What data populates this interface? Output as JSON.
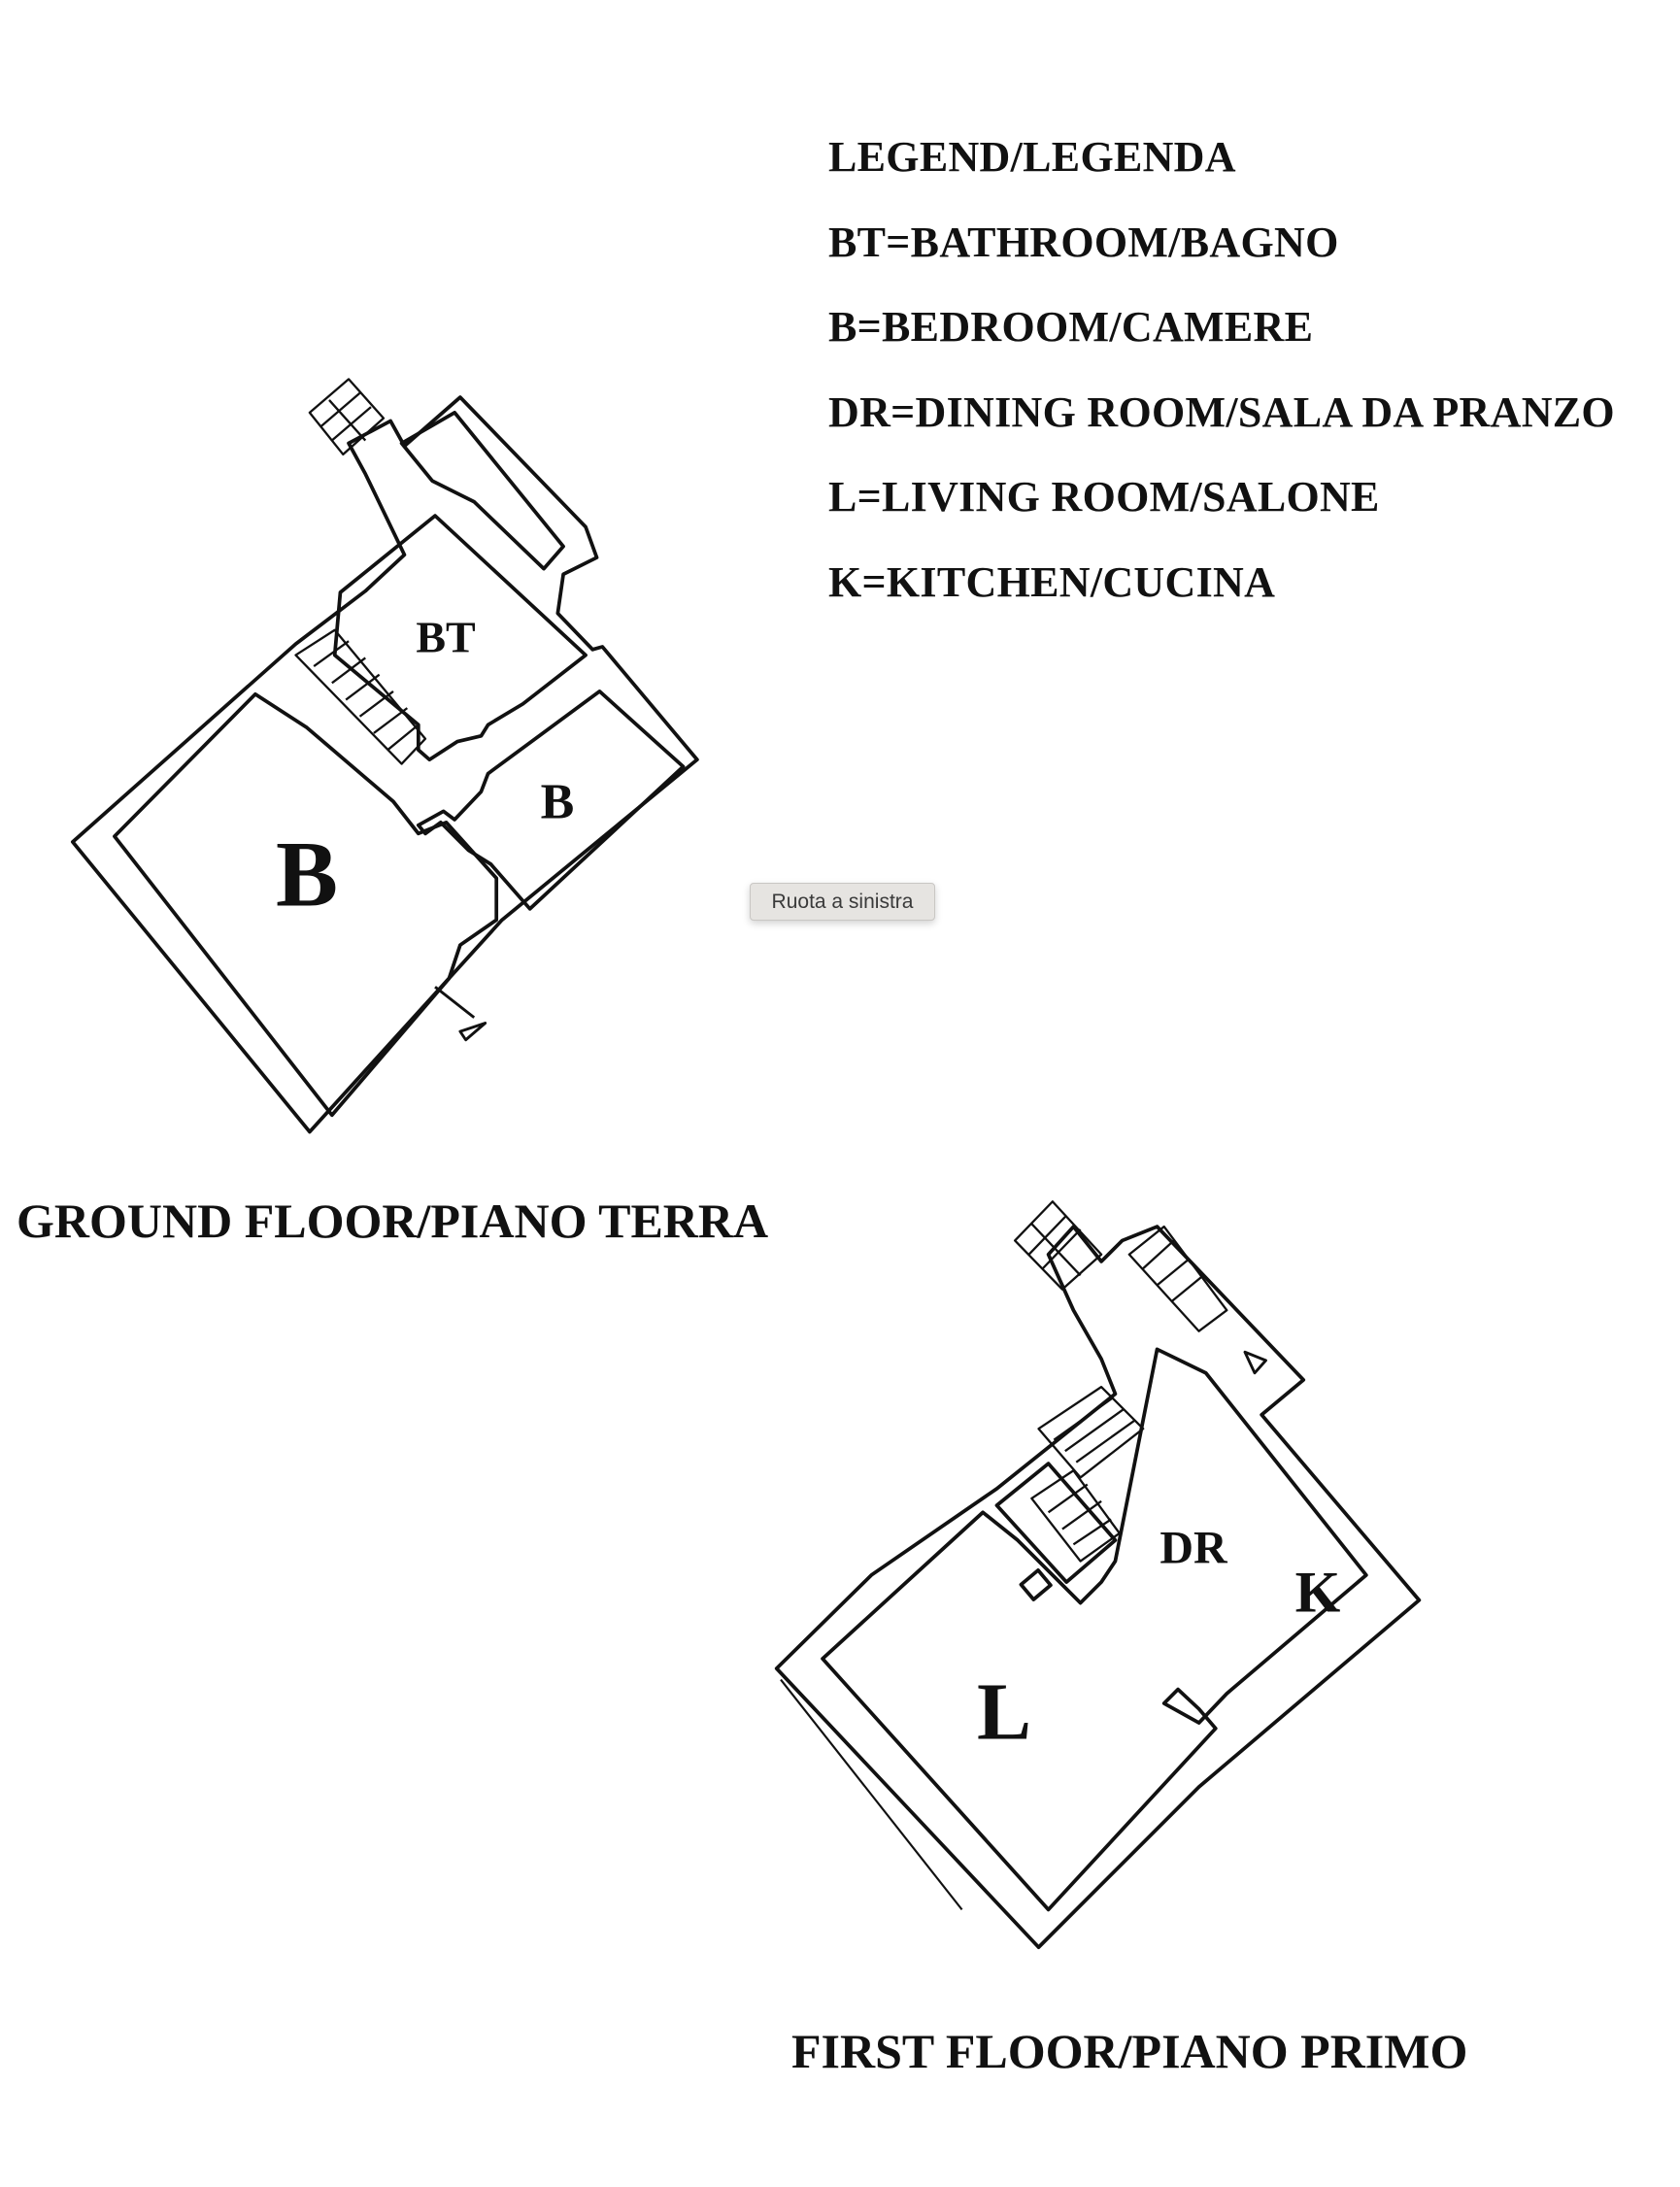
{
  "legend": {
    "title": "LEGEND/LEGENDA",
    "items": [
      "BT=BATHROOM/BAGNO",
      "B=BEDROOM/CAMERE",
      "DR=DINING ROOM/SALA DA PRANZO",
      "L=LIVING ROOM/SALONE",
      "K=KITCHEN/CUCINA"
    ]
  },
  "ground_floor": {
    "caption": "GROUND FLOOR/PIANO TERRA",
    "rooms": [
      "BT",
      "B",
      "B"
    ]
  },
  "first_floor": {
    "caption": "FIRST FLOOR/PIANO PRIMO",
    "rooms": [
      "DR",
      "K",
      "L"
    ]
  },
  "tooltip": "Ruota a sinistra"
}
